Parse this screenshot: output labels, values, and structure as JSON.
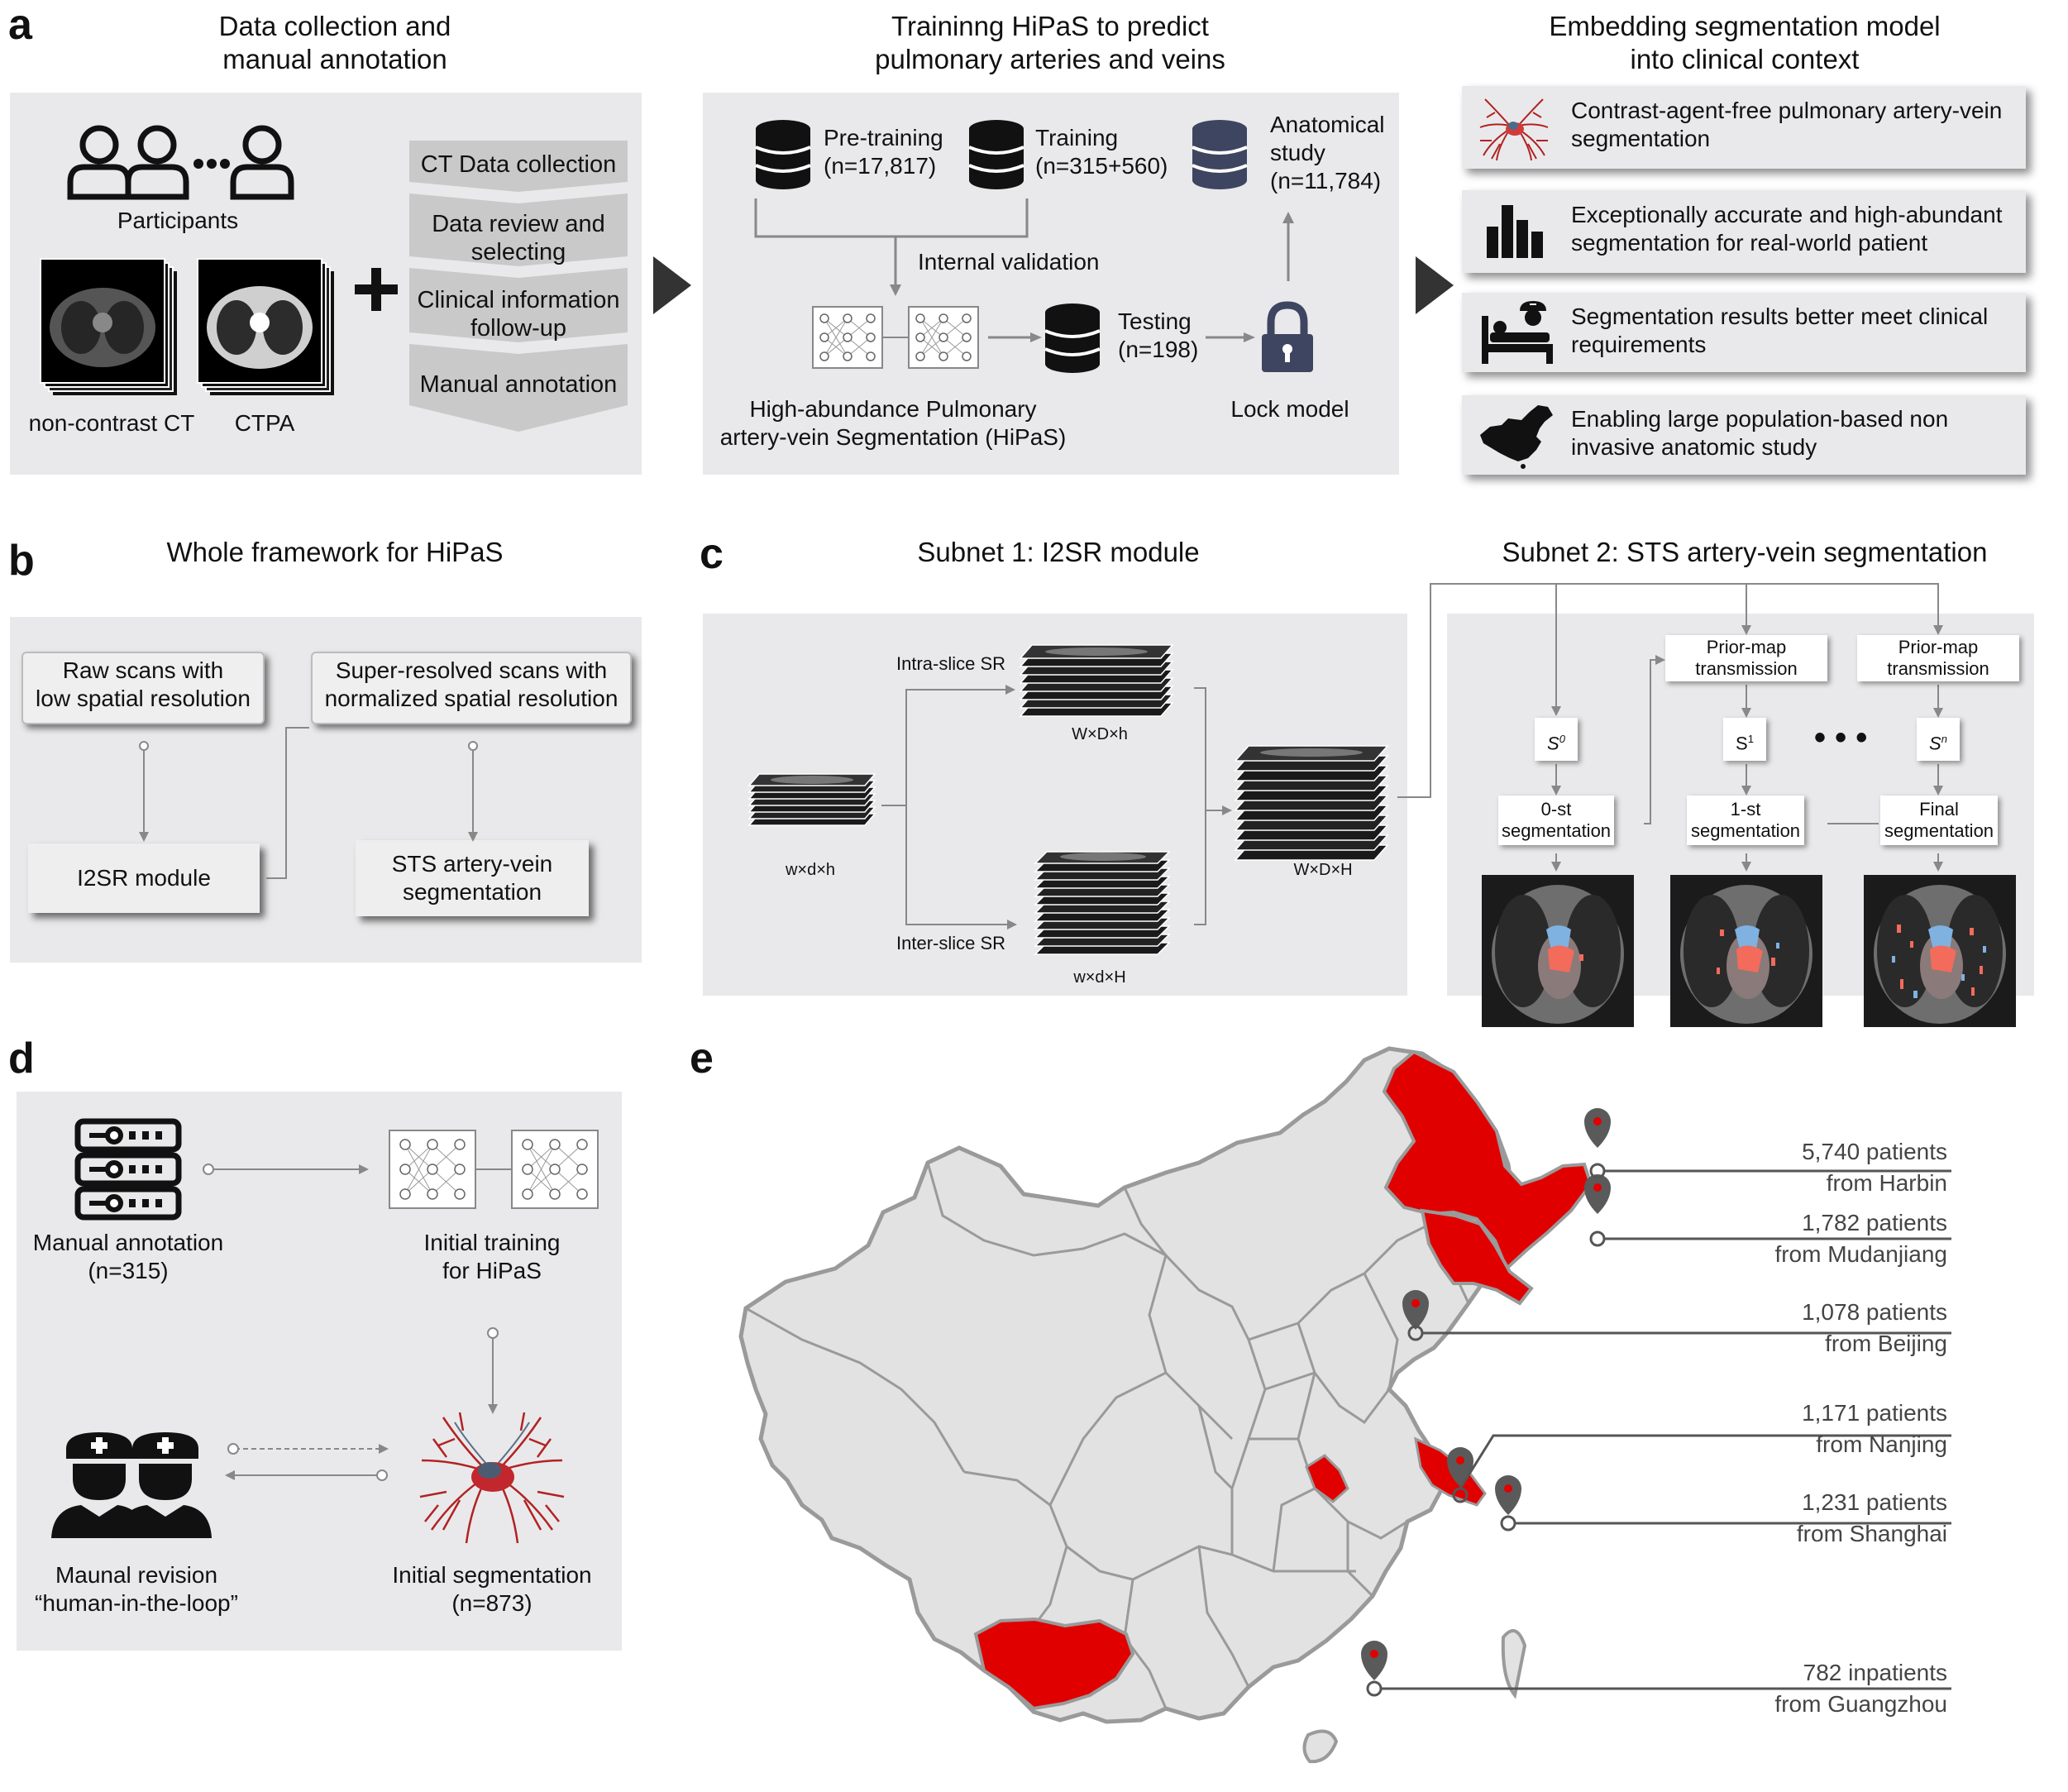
{
  "panel_a": {
    "letter": "a",
    "col1_title": [
      "Data collection and",
      "manual annotation"
    ],
    "participants": "Participants",
    "ct_labels": [
      "non-contrast CT",
      "CTPA"
    ],
    "steps": [
      "CT Data collection",
      "Data review and selecting",
      "Clinical information follow-up",
      "Manual annotation"
    ],
    "col2_title": [
      "Traininng HiPaS to predict",
      "pulmonary arteries and veins"
    ],
    "pretraining": [
      "Pre-training",
      "(n=17,817)"
    ],
    "training": [
      "Training",
      "(n=315+560)"
    ],
    "anatomical": [
      "Anatomical",
      "study",
      "(n=11,784)"
    ],
    "internal_validation": "Internal validation",
    "testing": [
      "Testing",
      "(n=198)"
    ],
    "hipas_name": [
      "High-abundance Pulmonary",
      "artery-vein Segmentation (HiPaS)"
    ],
    "lock_model": "Lock model",
    "col3_title": [
      "Embedding segmentation model",
      "into clinical context"
    ],
    "benefits": [
      [
        "Contrast-agent-free pulmonary artery-vein",
        "segmentation"
      ],
      [
        "Exceptionally accurate and high-abundant",
        "segmentation for real-world patient"
      ],
      [
        "Segmentation results better meet clinical",
        "requirements"
      ],
      [
        "Enabling large population-based non",
        "invasive anatomic study"
      ]
    ]
  },
  "panel_b": {
    "letter": "b",
    "title": "Whole framework for HiPaS",
    "raw_scans": [
      "Raw scans with",
      "low spatial resolution"
    ],
    "super_resolved": [
      "Super-resolved scans with",
      "normalized spatial resolution"
    ],
    "i2sr": "I2SR module",
    "sts": [
      "STS artery-vein",
      "segmentation"
    ]
  },
  "panel_c": {
    "letter": "c",
    "subnet1_title": "Subnet 1: I2SR module",
    "subnet2_title": "Subnet 2: STS artery-vein segmentation",
    "intra": "Intra-slice SR",
    "inter": "Inter-slice SR",
    "dims": [
      "w×d×h",
      "W×D×h",
      "w×d×H",
      "W×D×H"
    ],
    "prior_map": [
      "Prior-map",
      "transmission"
    ],
    "s_labels": [
      "S",
      "S",
      "S"
    ],
    "s_sups": [
      "0",
      "1",
      "n"
    ],
    "ellipsis": "• • •",
    "segs": [
      [
        "0-st",
        "segmentation"
      ],
      [
        "1-st",
        "segmentation"
      ],
      [
        "Final",
        "segmentation"
      ]
    ]
  },
  "panel_d": {
    "letter": "d",
    "manual_annotation": [
      "Manual annotation",
      "(n=315)"
    ],
    "initial_training": [
      "Initial training",
      "for HiPaS"
    ],
    "manual_revision": [
      "Maunal revision",
      "“human-in-the-loop”"
    ],
    "initial_segmentation": [
      "Initial segmentation",
      "(n=873)"
    ]
  },
  "panel_e": {
    "letter": "e",
    "sites": [
      [
        "5,740 patients",
        "from Harbin"
      ],
      [
        "1,782 patients",
        "from Mudanjiang"
      ],
      [
        "1,078 patients",
        "from Beijing"
      ],
      [
        "1,171 patients",
        "from Nanjing"
      ],
      [
        "1,231 patients",
        "from Shanghai"
      ],
      [
        "782 inpatients",
        "from Guangzhou"
      ]
    ]
  },
  "colors": {
    "box_gray": "#e9e9eb",
    "chevron_gray": "#c9c9c9",
    "highlight_red": "#e00000",
    "icon_dark": "#111111",
    "db_blue": "#3d4560",
    "artery_red": "#f26b5b",
    "vein_blue": "#7fb2e0"
  }
}
